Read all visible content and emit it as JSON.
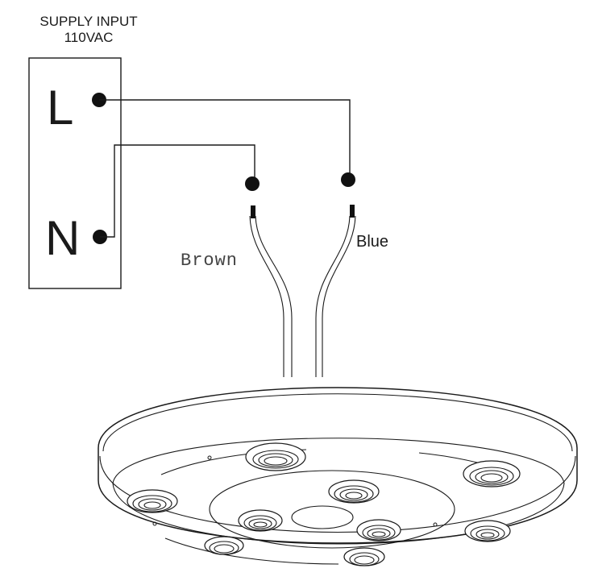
{
  "supply": {
    "title_line1": "SUPPLY INPUT",
    "title_line2": "110VAC",
    "terminal_l": "L",
    "terminal_n": "N"
  },
  "wires": {
    "brown_label": "Brown",
    "blue_label": "Blue"
  },
  "colors": {
    "ink": "#1a1a1a",
    "background": "#ffffff"
  }
}
